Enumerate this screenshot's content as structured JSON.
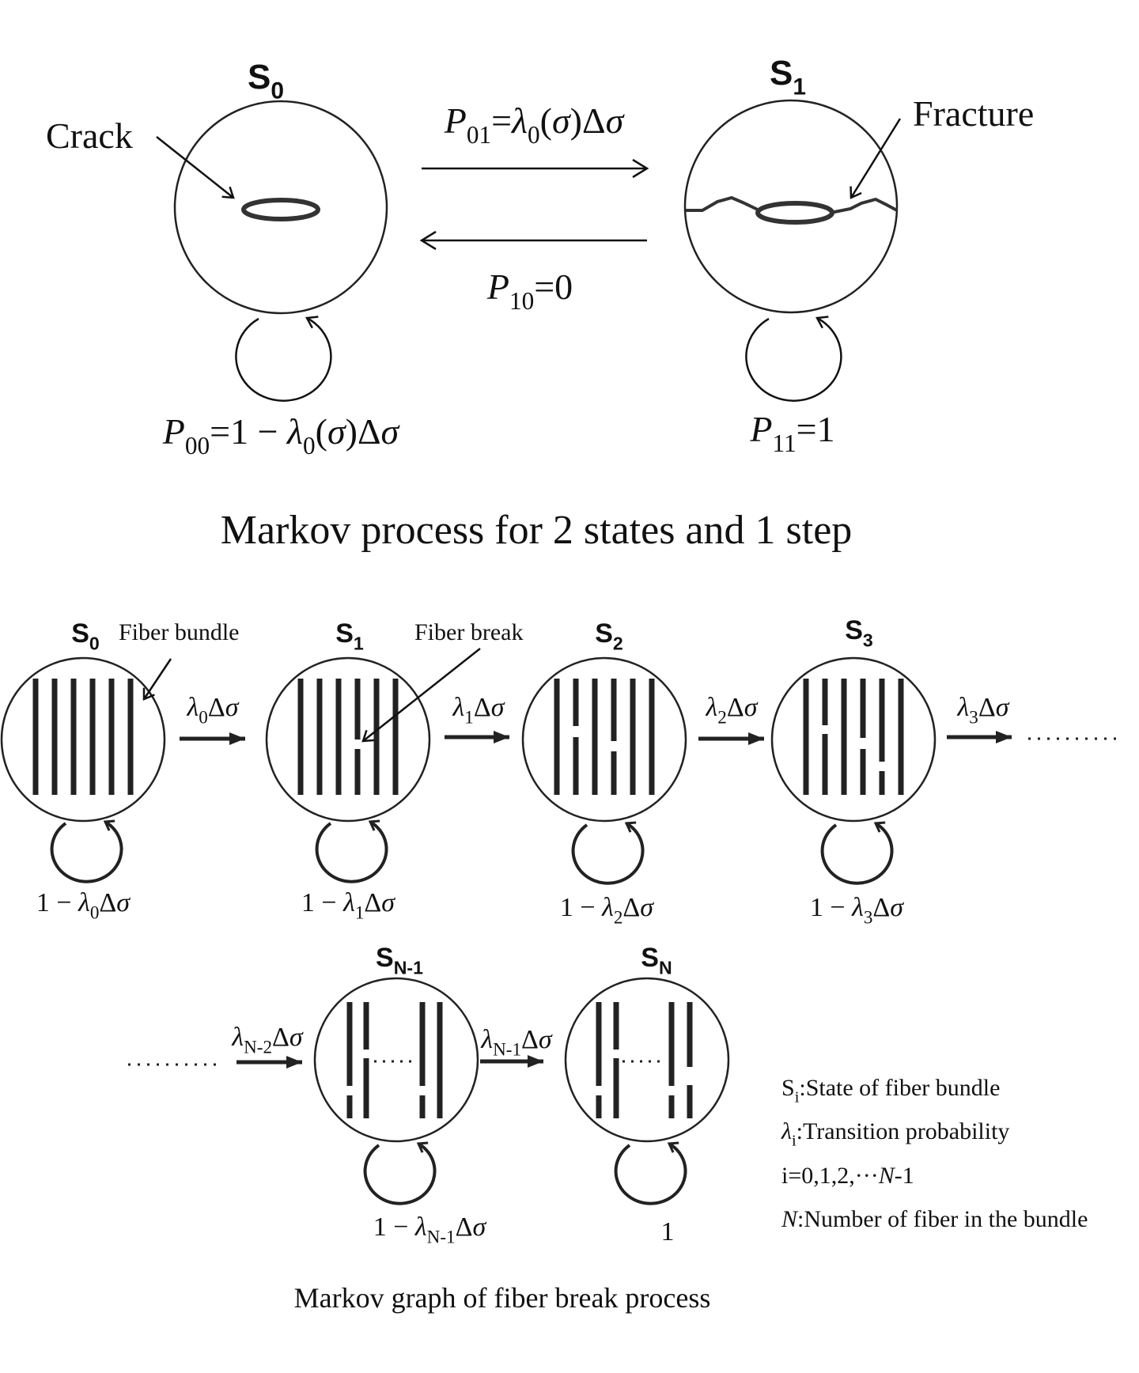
{
  "colors": {
    "ink": "#222222",
    "background": "#ffffff"
  },
  "top": {
    "state0": [
      [
        "S",
        ""
      ],
      [
        "0",
        "s"
      ]
    ],
    "state1": [
      [
        "S",
        ""
      ],
      [
        "1",
        "s"
      ]
    ],
    "crack_label": "Crack",
    "fracture_label": "Fracture",
    "p01": [
      [
        "P",
        "i"
      ],
      [
        "01",
        "s"
      ],
      [
        "=",
        ""
      ],
      [
        "λ",
        "i"
      ],
      [
        "0",
        "s"
      ],
      [
        "(",
        ""
      ],
      [
        "σ",
        "i"
      ],
      [
        ")Δ",
        ""
      ],
      [
        "σ",
        "i"
      ]
    ],
    "p10": [
      [
        "P",
        "i"
      ],
      [
        "10",
        "s"
      ],
      [
        "=0",
        ""
      ]
    ],
    "p00": [
      [
        "P",
        "i"
      ],
      [
        "00",
        "s"
      ],
      [
        "=1 − ",
        ""
      ],
      [
        "λ",
        "i"
      ],
      [
        "0",
        "s"
      ],
      [
        "(",
        ""
      ],
      [
        "σ",
        "i"
      ],
      [
        ")Δ",
        ""
      ],
      [
        "σ",
        "i"
      ]
    ],
    "p11": [
      [
        "P",
        "i"
      ],
      [
        "11",
        "s"
      ],
      [
        "=1",
        ""
      ]
    ],
    "caption": "Markov process  for 2 states and 1 step"
  },
  "bottom": {
    "fiber_bundle_label": "Fiber bundle",
    "fiber_break_label": "Fiber break",
    "states": [
      {
        "label": [
          [
            "S",
            ""
          ],
          [
            "0",
            "s"
          ]
        ],
        "transition": [
          [
            "λ",
            "i"
          ],
          [
            "0",
            "s"
          ],
          [
            "Δ",
            ""
          ],
          [
            "σ",
            "i"
          ]
        ],
        "self_loop": [
          [
            "1 − ",
            ""
          ],
          [
            "λ",
            "i"
          ],
          [
            "0",
            "s"
          ],
          [
            "Δ",
            ""
          ],
          [
            "σ",
            "i"
          ]
        ]
      },
      {
        "label": [
          [
            "S",
            ""
          ],
          [
            "1",
            "s"
          ]
        ],
        "transition": [
          [
            "λ",
            "i"
          ],
          [
            "1",
            "s"
          ],
          [
            "Δ",
            ""
          ],
          [
            "σ",
            "i"
          ]
        ],
        "self_loop": [
          [
            "1 − ",
            ""
          ],
          [
            "λ",
            "i"
          ],
          [
            "1",
            "s"
          ],
          [
            "Δ",
            ""
          ],
          [
            "σ",
            "i"
          ]
        ]
      },
      {
        "label": [
          [
            "S",
            ""
          ],
          [
            "2",
            "s"
          ]
        ],
        "transition": [
          [
            "λ",
            "i"
          ],
          [
            "2",
            "s"
          ],
          [
            "Δ",
            ""
          ],
          [
            "σ",
            "i"
          ]
        ],
        "self_loop": [
          [
            "1 − ",
            ""
          ],
          [
            "λ",
            "i"
          ],
          [
            "2",
            "s"
          ],
          [
            "Δ",
            ""
          ],
          [
            "σ",
            "i"
          ]
        ]
      },
      {
        "label": [
          [
            "S",
            ""
          ],
          [
            "3",
            "s"
          ]
        ],
        "transition": [
          [
            "λ",
            "i"
          ],
          [
            "3",
            "s"
          ],
          [
            "Δ",
            ""
          ],
          [
            "σ",
            "i"
          ]
        ],
        "self_loop": [
          [
            "1 − ",
            ""
          ],
          [
            "λ",
            "i"
          ],
          [
            "3",
            "s"
          ],
          [
            "Δ",
            ""
          ],
          [
            "σ",
            "i"
          ]
        ]
      },
      {
        "label": [
          [
            "S",
            ""
          ],
          [
            "N-1",
            "s"
          ]
        ],
        "incoming": [
          [
            "λ",
            "i"
          ],
          [
            "N-2",
            "s"
          ],
          [
            "Δ",
            ""
          ],
          [
            "σ",
            "i"
          ]
        ],
        "transition": [
          [
            "λ",
            "i"
          ],
          [
            "N-1",
            "s"
          ],
          [
            "Δ",
            ""
          ],
          [
            "σ",
            "i"
          ]
        ],
        "self_loop": [
          [
            "1 − ",
            ""
          ],
          [
            "λ",
            "i"
          ],
          [
            "N-1",
            "s"
          ],
          [
            "Δ",
            ""
          ],
          [
            "σ",
            "i"
          ]
        ]
      },
      {
        "label": [
          [
            "S",
            ""
          ],
          [
            "N",
            "s"
          ]
        ],
        "self_loop": [
          [
            "1",
            ""
          ]
        ]
      }
    ],
    "legend": [
      [
        [
          "S",
          ""
        ],
        [
          "i",
          "s"
        ],
        [
          ":State of fiber bundle",
          ""
        ]
      ],
      [
        [
          "λ",
          "i"
        ],
        [
          "i",
          "s"
        ],
        [
          ":Transition probability",
          ""
        ]
      ],
      [
        [
          "i=0,1,2,···",
          ""
        ],
        [
          "N",
          "i"
        ],
        [
          "-1",
          ""
        ]
      ],
      [
        [
          "N",
          "i"
        ],
        [
          ":Number of fiber in the bundle",
          ""
        ]
      ]
    ],
    "caption": "Markov graph of fiber break process"
  }
}
